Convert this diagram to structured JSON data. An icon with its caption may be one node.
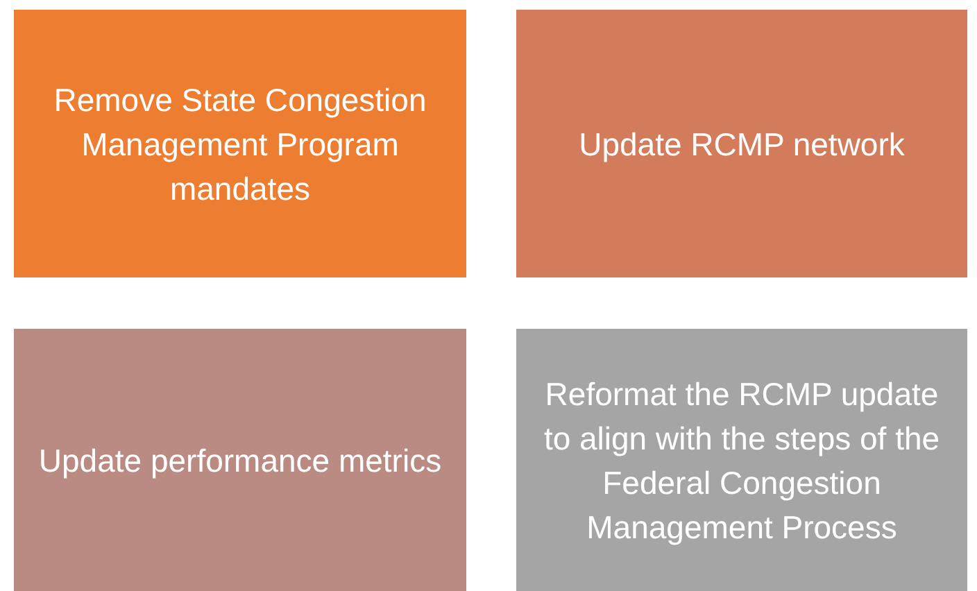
{
  "diagram": {
    "nodes": [
      {
        "text": [
          "Remove State Congestion Management Program mandates"
        ]
      },
      {
        "text": [
          "Update RCMP network"
        ]
      },
      {
        "text": [
          "Update performance metrics"
        ]
      },
      {
        "text": [
          "Reformat the RCMP update to align with the steps of the Federal Congestion Management Process"
        ]
      }
    ]
  }
}
